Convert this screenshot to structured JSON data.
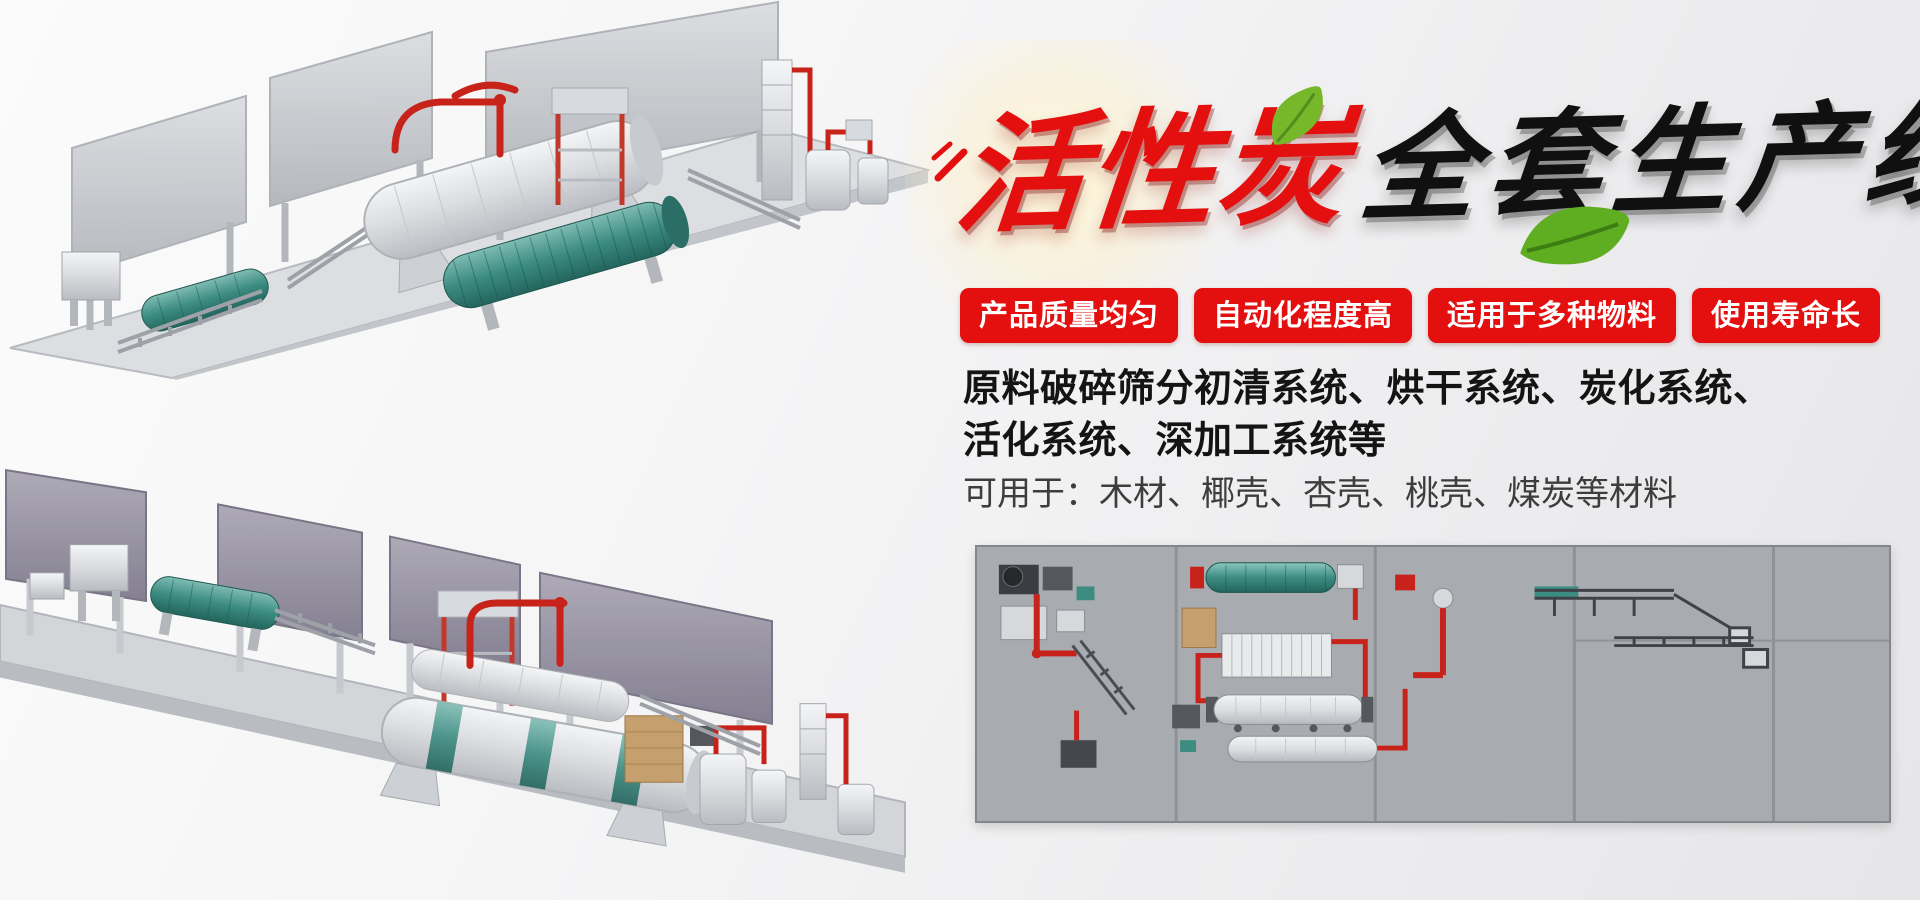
{
  "title": {
    "red": "活性炭",
    "black": "全套生产线"
  },
  "badges": [
    {
      "label": "产品质量均匀"
    },
    {
      "label": "自动化程度高"
    },
    {
      "label": "适用于多种物料"
    },
    {
      "label": "使用寿命长"
    }
  ],
  "description": {
    "line1": "原料破碎筛分初清系统、烘干系统、炭化系统、",
    "line2": "活化系统、深加工系统等"
  },
  "applications": "可用于：木材、椰壳、杏壳、桃壳、煤炭等材料",
  "decorations": {
    "leaf_icon": "green-leaf",
    "glow": "warm-highlight-glow",
    "brush_strokes": "red-brush-accents"
  },
  "colors": {
    "badge_red": "#e3100f",
    "title_red": "#e3100f",
    "title_black": "#101010",
    "leaf_green": "#76b82a",
    "panel_background": "#a9adb2",
    "machine_teal": "#3c8c82",
    "pipe_red": "#c8231a",
    "background_light": "#f5f5f6"
  }
}
